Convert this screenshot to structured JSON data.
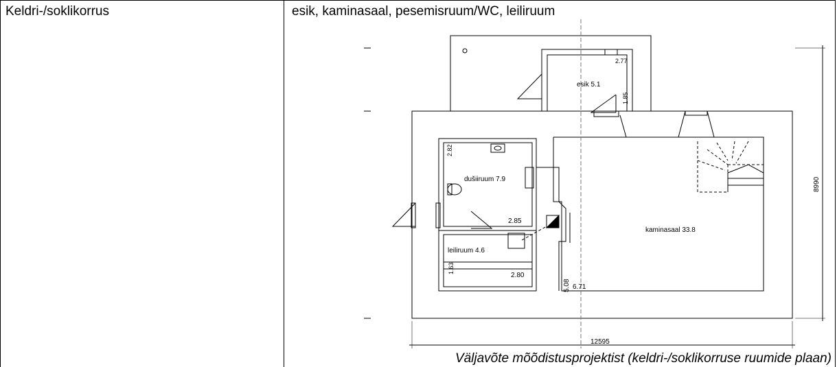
{
  "table": {
    "left_cell": "Keldri-/soklikorrus",
    "right_cell_title": "esik, kaminasaal, pesemisruum/WC, leiliruum",
    "caption": "Väljavõte mõõdistusprojektist (keldri-/soklikorruse ruumide plaan)"
  },
  "plan": {
    "rooms": {
      "esik": "esik 5.1",
      "dusiruum": "dušiiruum 7.9",
      "leiliruum": "leiliruum 4.6",
      "kaminasaal": "kaminasaal 33.8"
    },
    "dims": {
      "d277": "2.77",
      "d185": "1.85",
      "d282": "2.82",
      "d285": "2.85",
      "d163": "1.63",
      "d280": "2.80",
      "d508": "5.08",
      "d671": "6.71",
      "total_width": "12595",
      "total_height": "8990"
    }
  }
}
